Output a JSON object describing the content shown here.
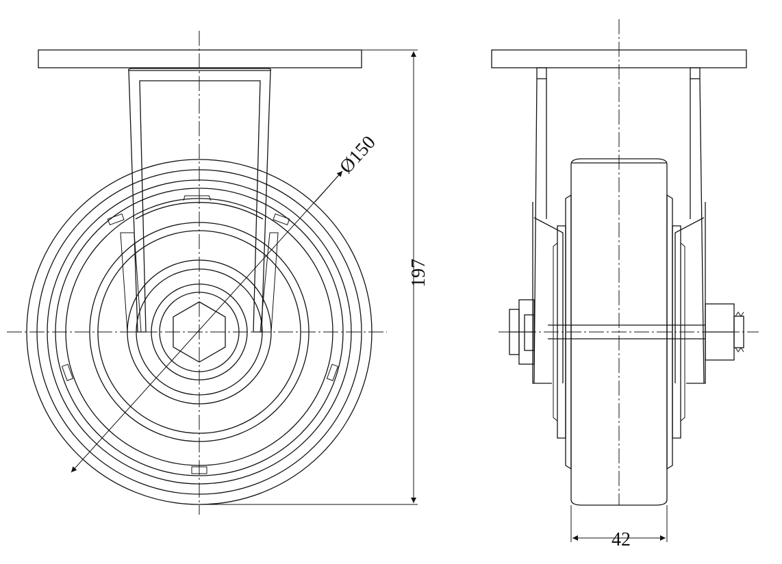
{
  "drawing": {
    "dimensions": {
      "wheel_diameter": "Ø150",
      "overall_height": "197",
      "wheel_width": "42"
    }
  }
}
